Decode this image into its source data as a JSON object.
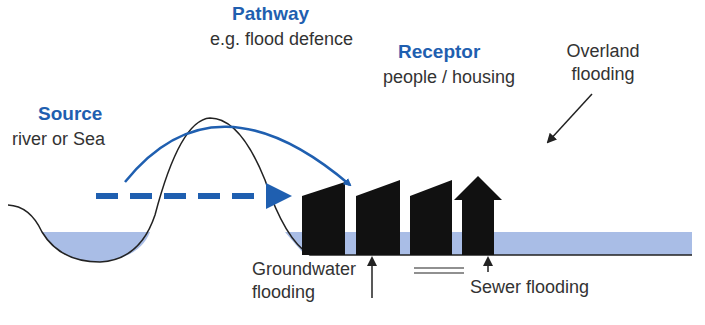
{
  "diagram": {
    "labels": [
      "Pathway",
      "e.g. flood defence",
      "Receptor",
      "people / housing",
      "Source",
      "river or Sea",
      "Overland flooding",
      "Groundwater flooding",
      "Sewer flooding"
    ]
  }
}
